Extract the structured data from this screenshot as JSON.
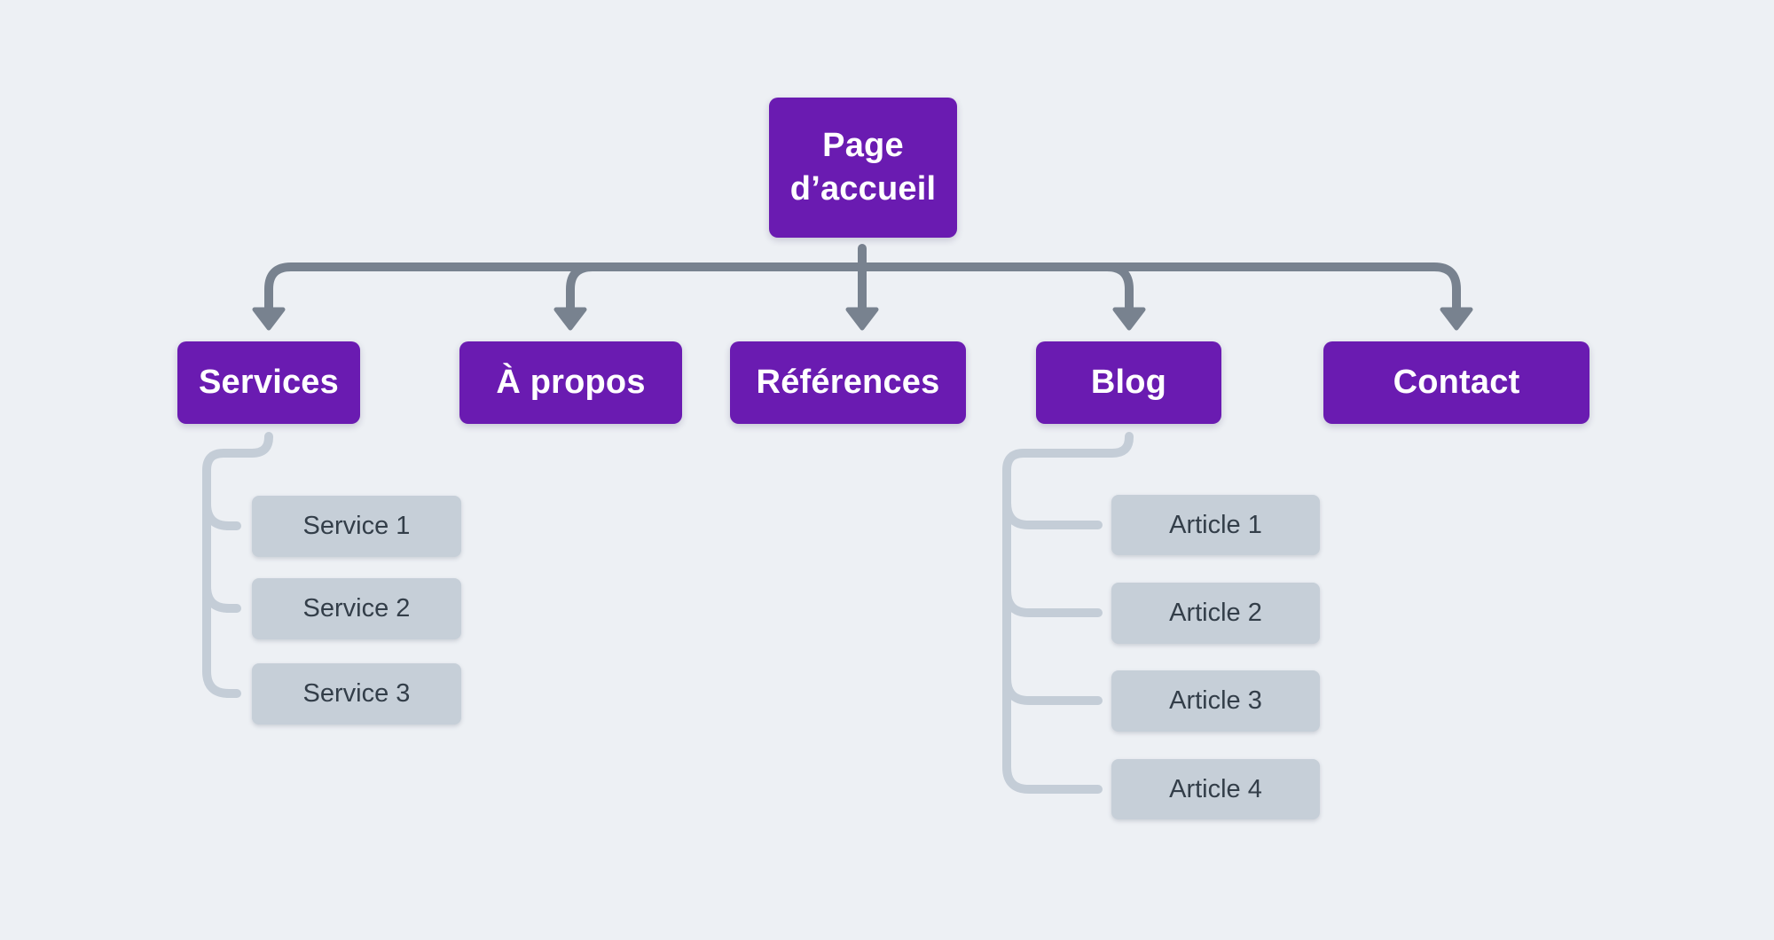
{
  "palette": {
    "background": "#edf0f4",
    "node_purple": "#6a1bb1",
    "node_text": "#ffffff",
    "child_fill": "#c6cfd8",
    "child_text": "#333e49",
    "connector_dark": "#78828f",
    "connector_light": "#c4cdd7"
  },
  "sitemap": {
    "root": {
      "label": "Page d’accueil"
    },
    "pages": [
      {
        "label": "Services",
        "children": [
          {
            "label": "Service 1"
          },
          {
            "label": "Service 2"
          },
          {
            "label": "Service 3"
          }
        ]
      },
      {
        "label": "À propos",
        "children": []
      },
      {
        "label": "Références",
        "children": []
      },
      {
        "label": "Blog",
        "children": [
          {
            "label": "Article 1"
          },
          {
            "label": "Article 2"
          },
          {
            "label": "Article 3"
          },
          {
            "label": "Article 4"
          }
        ]
      },
      {
        "label": "Contact",
        "children": []
      }
    ]
  }
}
